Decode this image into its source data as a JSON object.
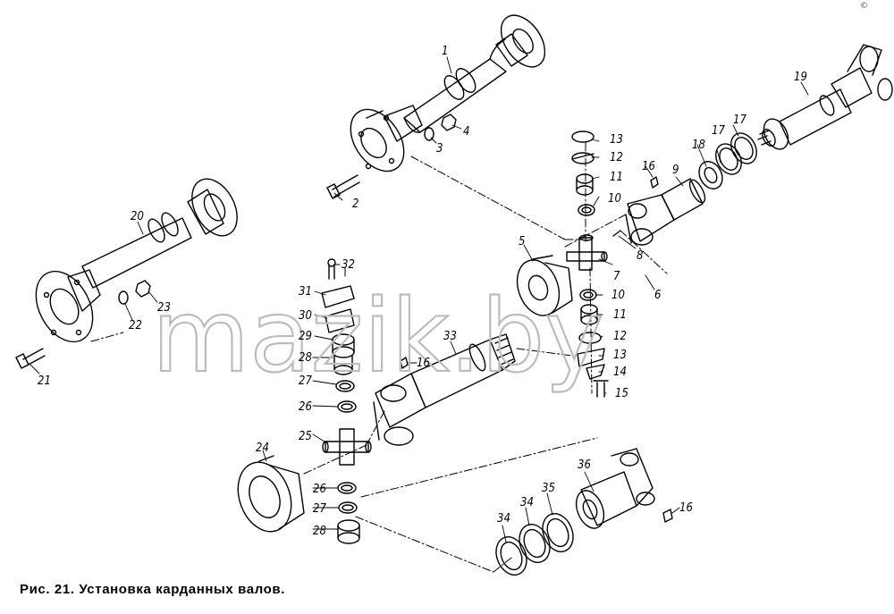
{
  "caption": "Рис. 21. Установка карданных валов.",
  "watermark": "mazik.by",
  "corner_mark": "©",
  "colors": {
    "line": "#000000",
    "watermark": "#bcbcbc",
    "background": "#ffffff"
  },
  "callouts": [
    "1",
    "2",
    "3",
    "4",
    "5",
    "6",
    "7",
    "8",
    "9",
    "10",
    "10",
    "11",
    "11",
    "12",
    "12",
    "13",
    "13",
    "14",
    "15",
    "16",
    "16",
    "16",
    "17",
    "17",
    "18",
    "19",
    "20",
    "21",
    "22",
    "23",
    "24",
    "25",
    "26",
    "26",
    "27",
    "27",
    "28",
    "28",
    "29",
    "30",
    "31",
    "32",
    "33",
    "34",
    "34",
    "35",
    "36"
  ]
}
